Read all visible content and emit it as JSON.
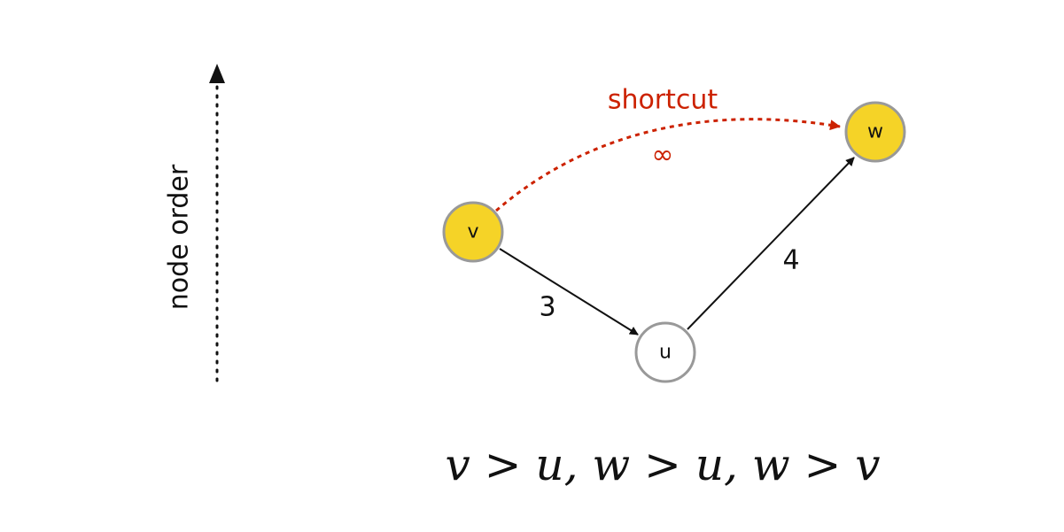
{
  "axis": {
    "label": "node order"
  },
  "nodes": {
    "v": {
      "label": "v",
      "fill": "#f5d327"
    },
    "u": {
      "label": "u",
      "fill": "#ffffff"
    },
    "w": {
      "label": "w",
      "fill": "#f5d327"
    }
  },
  "edges": {
    "v_u": {
      "weight": "3"
    },
    "u_w": {
      "weight": "4"
    }
  },
  "shortcut": {
    "label": "shortcut",
    "weight": "∞",
    "color": "#cc2200"
  },
  "formula": "v > u, w > u, w > v"
}
